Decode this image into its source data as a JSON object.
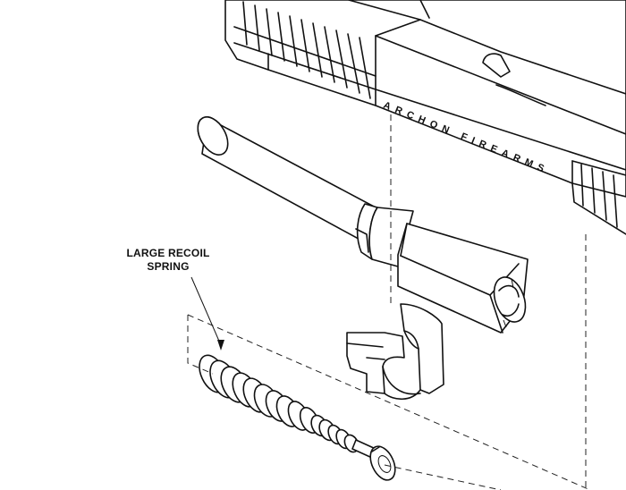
{
  "diagram": {
    "callout": {
      "line1": "LARGE RECOIL",
      "line2": "SPRING"
    },
    "slide_engraving": "ARCHON FIREARMS"
  }
}
